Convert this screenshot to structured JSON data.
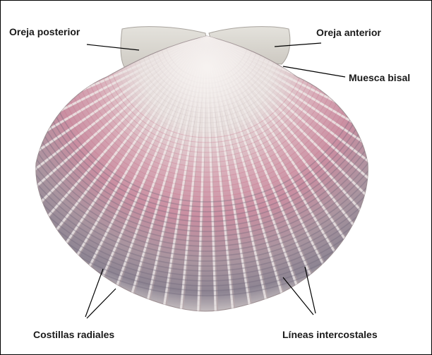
{
  "figure": {
    "labels": {
      "posterior_ear": "Oreja posterior",
      "anterior_ear": "Oreja anterior",
      "byssal_notch": "Muesca bisal",
      "radial_ribs": "Costillas radiales",
      "intercostal_lines": "Líneas intercostales"
    },
    "colors": {
      "shell_base": "#e9e2df",
      "rib_light": "#f4efed",
      "rib_shadow": "#b9a9ac",
      "pink_band": "#c76b86",
      "dark_band": "#6e6377",
      "leader_line": "#000000"
    },
    "shell": {
      "rib_count": 37,
      "icons": [
        "scallop-shell"
      ]
    }
  }
}
